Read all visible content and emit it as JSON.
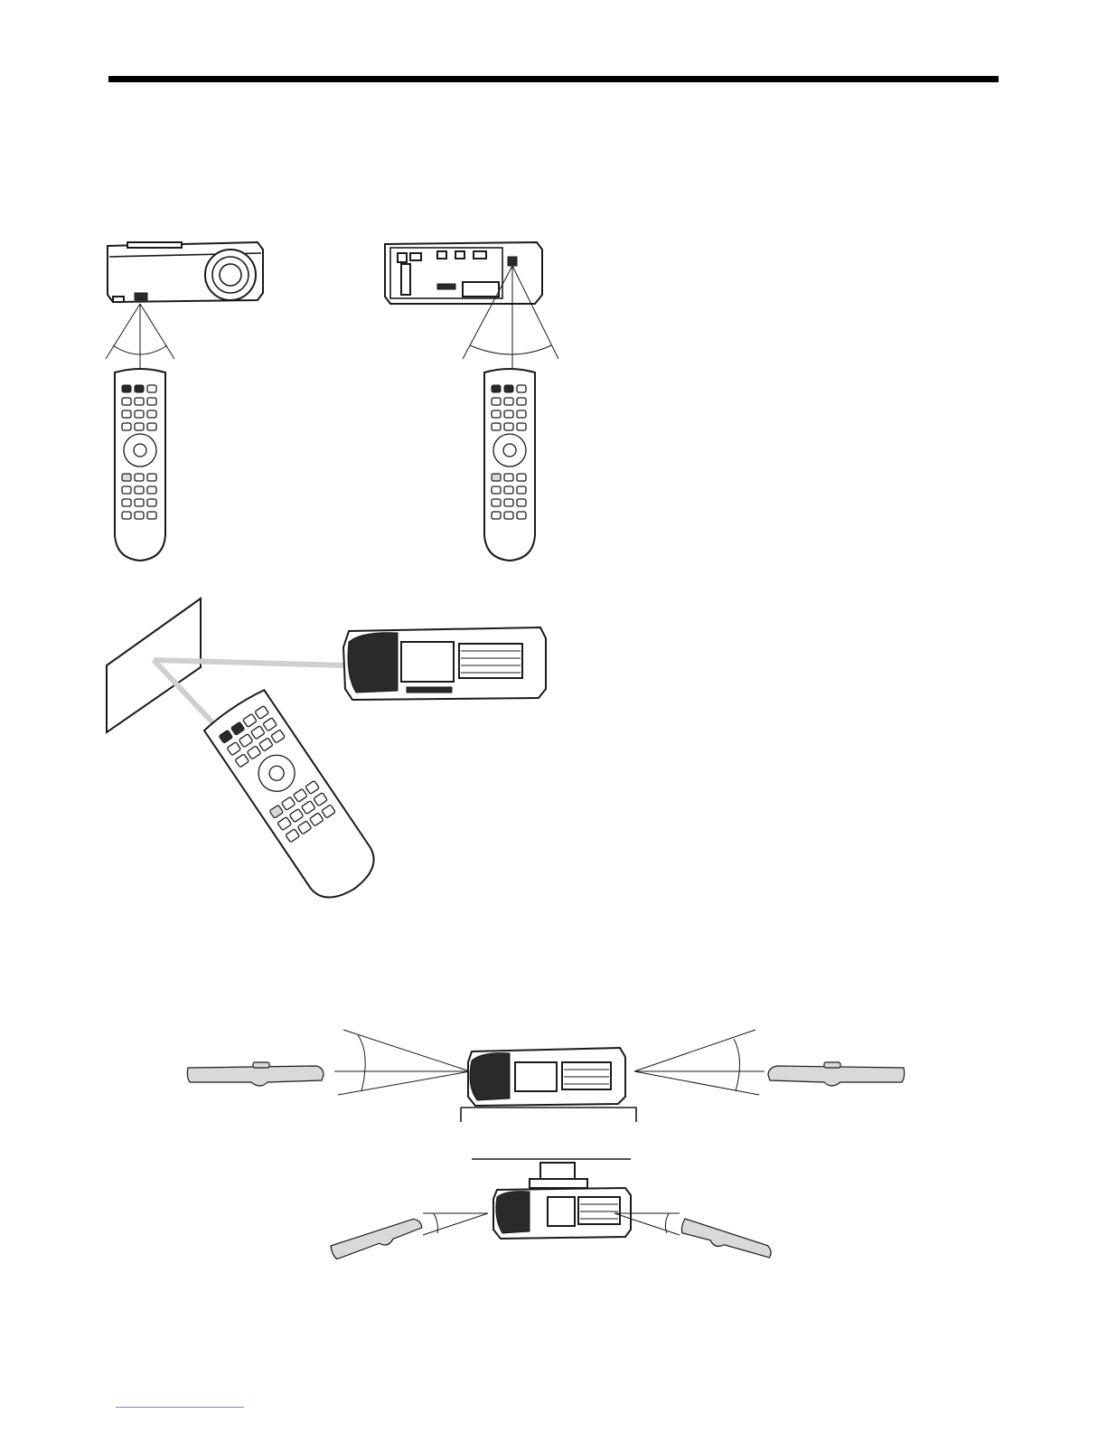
{
  "page": {
    "header_rule_color": "#000000",
    "footer_link_color": "#7a7aff"
  },
  "figures": [
    {
      "id": "front-remote-sensor",
      "icon": "projector-front-with-remote"
    },
    {
      "id": "rear-remote-sensor",
      "icon": "projector-rear-with-remote"
    },
    {
      "id": "screen-reflection",
      "icon": "remote-reflected-off-screen"
    },
    {
      "id": "vertical-range-table",
      "icon": "remote-vertical-angle-table-mount"
    },
    {
      "id": "vertical-range-ceiling",
      "icon": "remote-vertical-angle-ceiling-mount"
    }
  ]
}
